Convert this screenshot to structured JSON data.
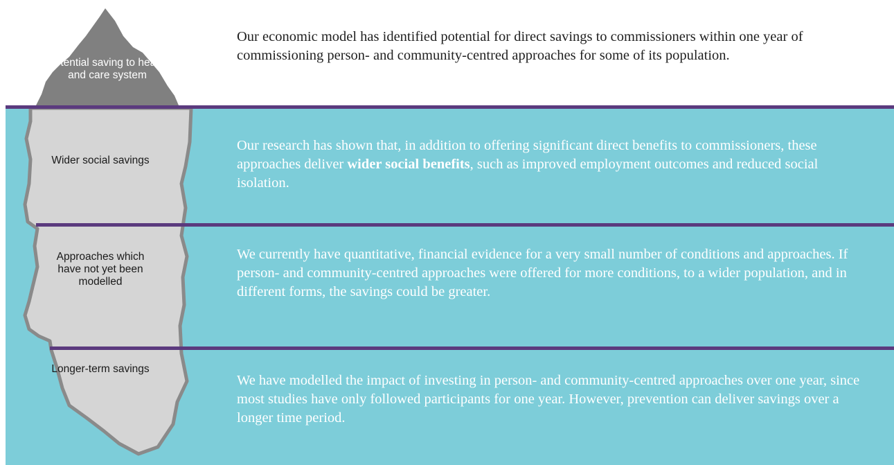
{
  "iceberg": {
    "tip_label": "Potential saving to health and care system",
    "layers": [
      {
        "label": "Wider social savings"
      },
      {
        "label": "Approaches which have not yet been modelled"
      },
      {
        "label": "Longer-term savings"
      }
    ]
  },
  "descriptions": {
    "tip": "Our economic model has identified potential for direct savings to commissioners within one year of commissioning person- and community-centred approaches for some of its population.",
    "wider": {
      "before": "Our research has shown that, in addition to offering significant direct benefits to commissioners, these approaches deliver ",
      "bold": "wider social benefits",
      "after": ", such as improved employment outcomes and reduced social isolation."
    },
    "approaches": "We currently have quantitative, financial evidence for a very small number of conditions and approaches. If person- and community-centred approaches were offered for more conditions, to a wider population, and in different forms, the savings could be greater.",
    "longer": "We have modelled the impact of investing in person- and community-centred approaches over one year, since most studies have only followed participants for one year. However, prevention can deliver savings over a longer time period."
  },
  "colors": {
    "water": "#7dcdd9",
    "divider": "#5b3a7e",
    "ice_tip": "#808080",
    "ice_body": "#d5d5d5",
    "ice_outline": "#8a8a8a"
  }
}
